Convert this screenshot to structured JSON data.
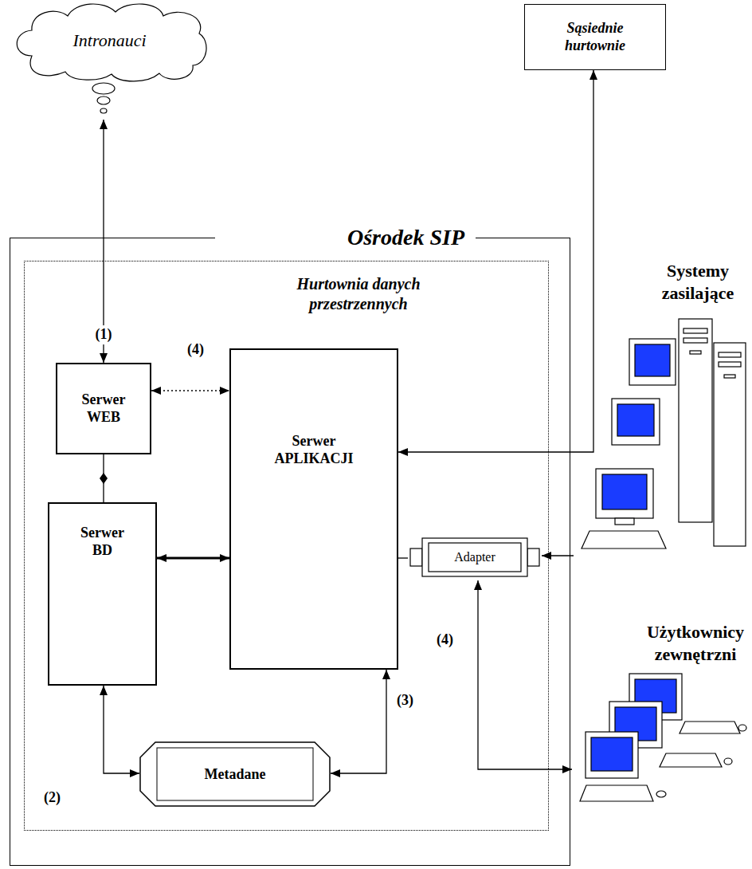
{
  "diagram": {
    "nodes": [
      {
        "text": [
          "Intronauci"
        ]
      },
      {
        "text": [
          "Sąsiednie hurtownie"
        ]
      },
      {
        "text": [
          "Ośrodek SIP"
        ]
      },
      {
        "text": [
          "Hurtownia danych przestrzennych"
        ],
        "in": 2
      },
      {
        "text": [
          "Serwer WEB"
        ],
        "in": 3
      },
      {
        "text": [
          "Serwer BD"
        ],
        "in": 3
      },
      {
        "text": [
          "Serwer APLIKACJI"
        ],
        "in": 3
      },
      {
        "text": [
          "Adapter"
        ],
        "in": 3
      },
      {
        "text": [
          "Metadane"
        ],
        "in": 3
      },
      {
        "text": [
          "Systemy zasilające"
        ]
      },
      {
        "text": [
          "Użytkownicy zewnętrzni"
        ]
      }
    ],
    "edges": [
      {
        "from": 4,
        "to": 0,
        "arrow": "both",
        "label": "(1)"
      },
      {
        "from": 4,
        "to": 6,
        "arrow": "both"
      },
      {
        "from": 4,
        "to": 5,
        "arrow": "none"
      },
      {
        "from": 5,
        "to": 6,
        "arrow": "both"
      },
      {
        "from": 5,
        "to": 8,
        "arrow": "both"
      },
      {
        "from": 8,
        "to": 6,
        "arrow": "both"
      },
      {
        "from": 1,
        "to": 6,
        "arrow": "both"
      },
      {
        "from": 6,
        "to": 7,
        "arrow": "none"
      },
      {
        "from": 9,
        "to": 7,
        "arrow": "to"
      },
      {
        "from": 7,
        "to": 10,
        "arrow": "both"
      }
    ],
    "labels": [
      "(4)",
      "(4)",
      "(3)",
      "(2)"
    ]
  }
}
